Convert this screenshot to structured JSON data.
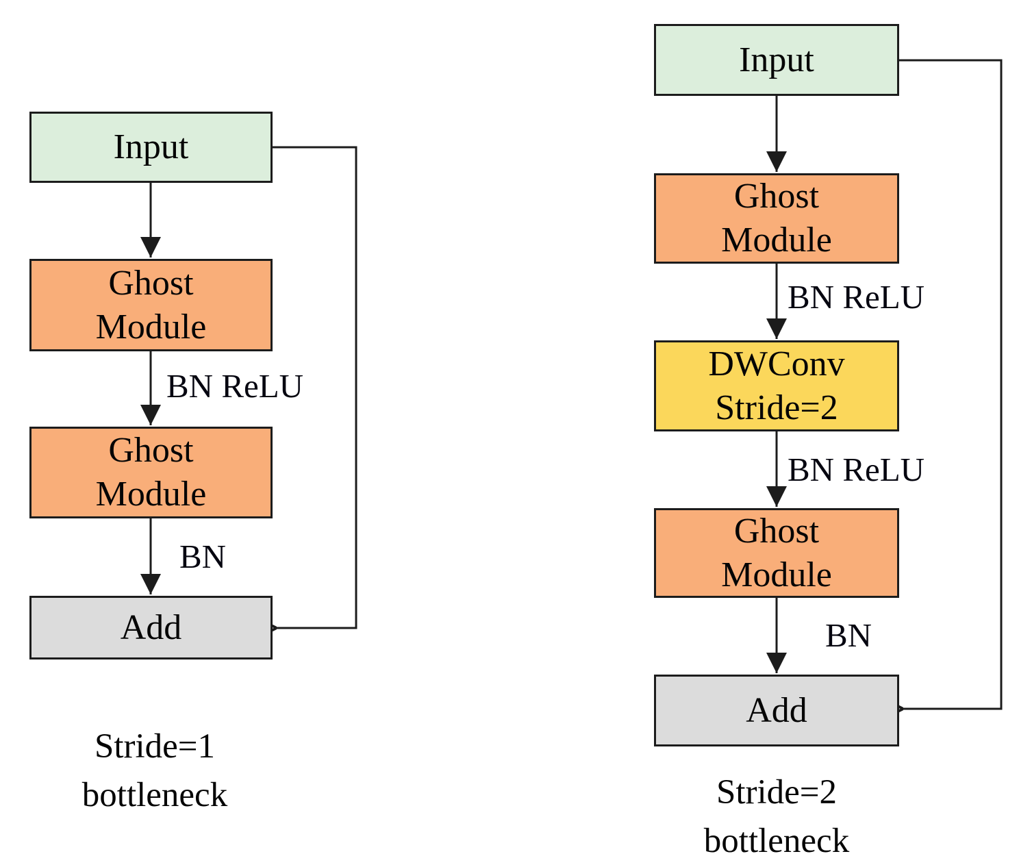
{
  "figure": {
    "left": {
      "nodes": {
        "input": "Input",
        "ghost1": "Ghost\nModule",
        "ghost2": "Ghost\nModule",
        "add": "Add"
      },
      "edge_labels": {
        "bn_relu": "BN ReLU",
        "bn": "BN"
      },
      "caption": "Stride=1\nbottleneck"
    },
    "right": {
      "nodes": {
        "input": "Input",
        "ghost1": "Ghost\nModule",
        "dwconv": "DWConv\nStride=2",
        "ghost2": "Ghost\nModule",
        "add": "Add"
      },
      "edge_labels": {
        "bn_relu_1": "BN ReLU",
        "bn_relu_2": "BN ReLU",
        "bn": "BN"
      },
      "caption": "Stride=2\nbottleneck"
    },
    "colors": {
      "input_fill": "#dceedc",
      "ghost_module_fill": "#f9ae79",
      "dwconv_fill": "#fbd75b",
      "add_fill": "#dcdcdc",
      "border": "#1c1c1c",
      "line": "#1c1c1c",
      "text": "#050505"
    }
  }
}
